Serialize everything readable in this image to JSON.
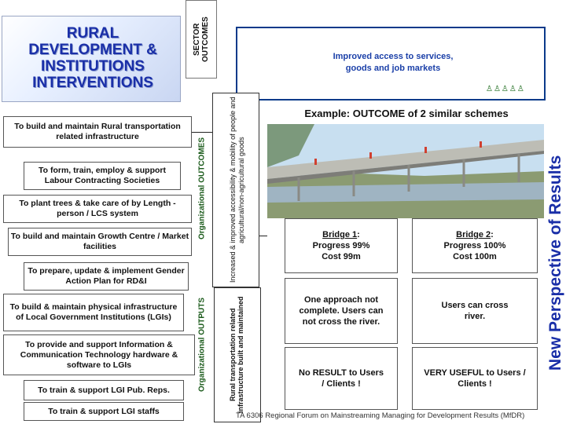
{
  "title": {
    "line1": "RURAL",
    "line2": "DEVELOPMENT &",
    "line3": "INSTITUTIONS",
    "line4": "INTERVENTIONS"
  },
  "sector_outcomes": "SECTOR OUTCOMES",
  "result_text": "Improved access to services, goods and job markets",
  "new_perspective": "New Perspective of Results",
  "org_outcomes_label": "Organizational OUTCOMES",
  "org_outputs_label": "Organizational OUTPUTS",
  "outcome_statement": "Increased & improved accessibility & mobility of people and agricultural/non-agricultural goods",
  "output_statement": "Rural transportation related infrastructure built and maintained",
  "interventions": [
    "To build and maintain Rural transportation related infrastructure",
    "To form, train, employ & support Labour Contracting Societies",
    "To plant trees & take care of by Length -person / LCS system",
    "To build and maintain Growth Centre / Market facilities",
    "To prepare, update & implement Gender Action Plan for RD&I",
    "To build & maintain physical infrastructure of Local Government Institutions (LGIs)",
    "To provide and support Information & Communication Technology hardware & software to LGIs",
    "To train & support LGI Pub. Reps.",
    "To train & support LGI staffs"
  ],
  "example_title": "Example: OUTCOME of 2 similar schemes",
  "bridge1": {
    "name": "Bridge 1",
    "progress": "Progress 99%",
    "cost": "Cost 99m",
    "status": "One approach not complete. Users can not cross the river.",
    "result": "No RESULT to Users / Clients !"
  },
  "bridge2": {
    "name": "Bridge 2",
    "progress": "Progress 100%",
    "cost": "Cost 100m",
    "status": "Users can cross river.",
    "result": "VERY USEFUL to Users / Clients !"
  },
  "footer": "TA 6306 Regional Forum on Mainstreaming Managing for Development Results (MfDR)",
  "colors": {
    "title_blue": "#1a2fa8",
    "label_green": "#1a5a1a",
    "frame_navy": "#0a3a8a"
  }
}
